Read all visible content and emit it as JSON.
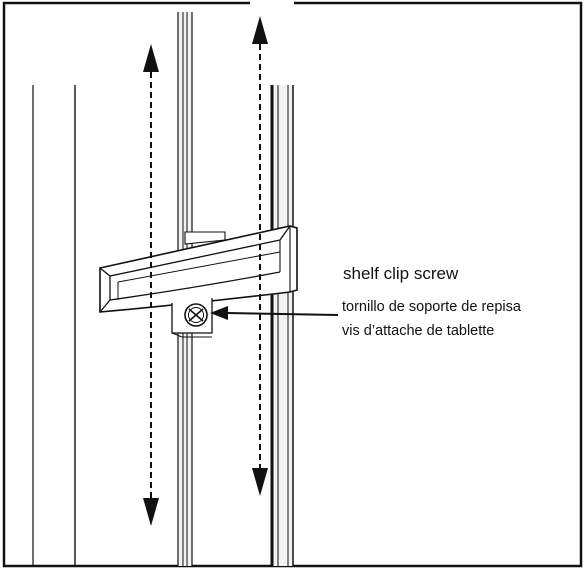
{
  "callout": {
    "english": "shelf clip screw",
    "spanish": "tornillo de soporte de repisa",
    "french": "vis d’attache de tablette"
  },
  "colors": {
    "line": "#111111",
    "background": "#ffffff",
    "rail_fill": "#f2f2f2",
    "clip_fill": "#ffffff"
  },
  "icons": [
    "double-arrow-icon",
    "screw-icon",
    "pointer-arrow-icon"
  ]
}
